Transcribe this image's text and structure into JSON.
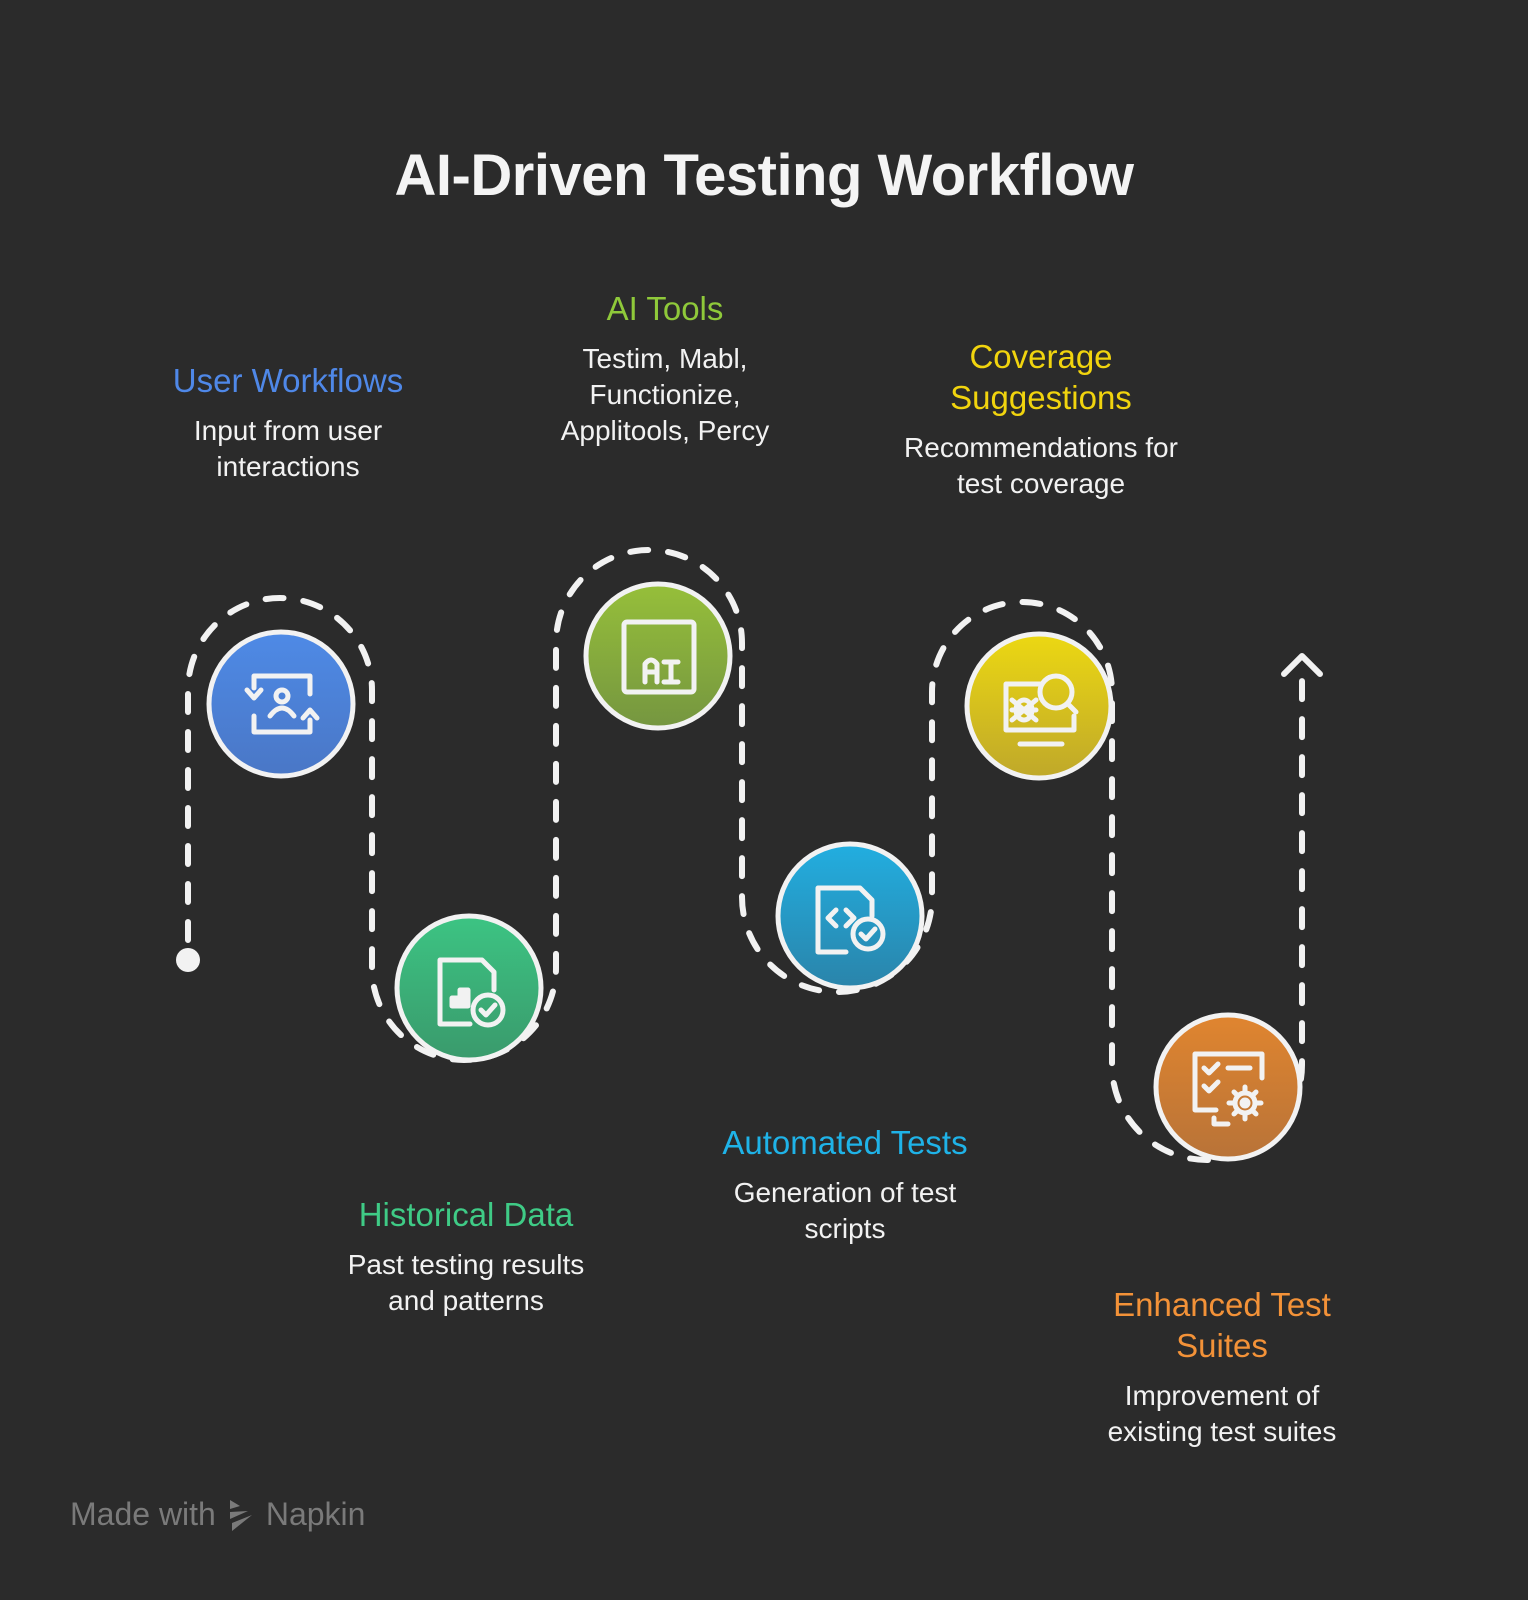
{
  "title": "AI-Driven Testing Workflow",
  "steps": [
    {
      "id": "user-workflows",
      "heading": "User Workflows",
      "description": "Input from user interactions",
      "color": "#4f88e8",
      "icon": "user-sync-icon",
      "position": "top"
    },
    {
      "id": "historical-data",
      "heading": "Historical Data",
      "description": "Past testing results and patterns",
      "color": "#3fcb86",
      "icon": "document-chart-check-icon",
      "position": "bottom"
    },
    {
      "id": "ai-tools",
      "heading": "AI Tools",
      "description": "Testim, Mabl, Functionize, Applitools, Percy",
      "color": "#8fc93a",
      "icon": "ai-chip-icon",
      "position": "top"
    },
    {
      "id": "automated-tests",
      "heading": "Automated Tests",
      "description": "Generation of test scripts",
      "color": "#1fb3e8",
      "icon": "code-document-check-icon",
      "position": "bottom"
    },
    {
      "id": "coverage-suggestions",
      "heading": "Coverage Suggestions",
      "description": "Recommendations for test coverage",
      "color": "#f1d40e",
      "icon": "bug-search-monitor-icon",
      "position": "top"
    },
    {
      "id": "enhanced-test-suites",
      "heading": "Enhanced Test Suites",
      "description": "Improvement of existing test suites",
      "color": "#f39238",
      "icon": "monitor-checklist-gear-icon",
      "position": "bottom"
    }
  ],
  "footer": {
    "made_with": "Made with",
    "brand": "Napkin"
  }
}
